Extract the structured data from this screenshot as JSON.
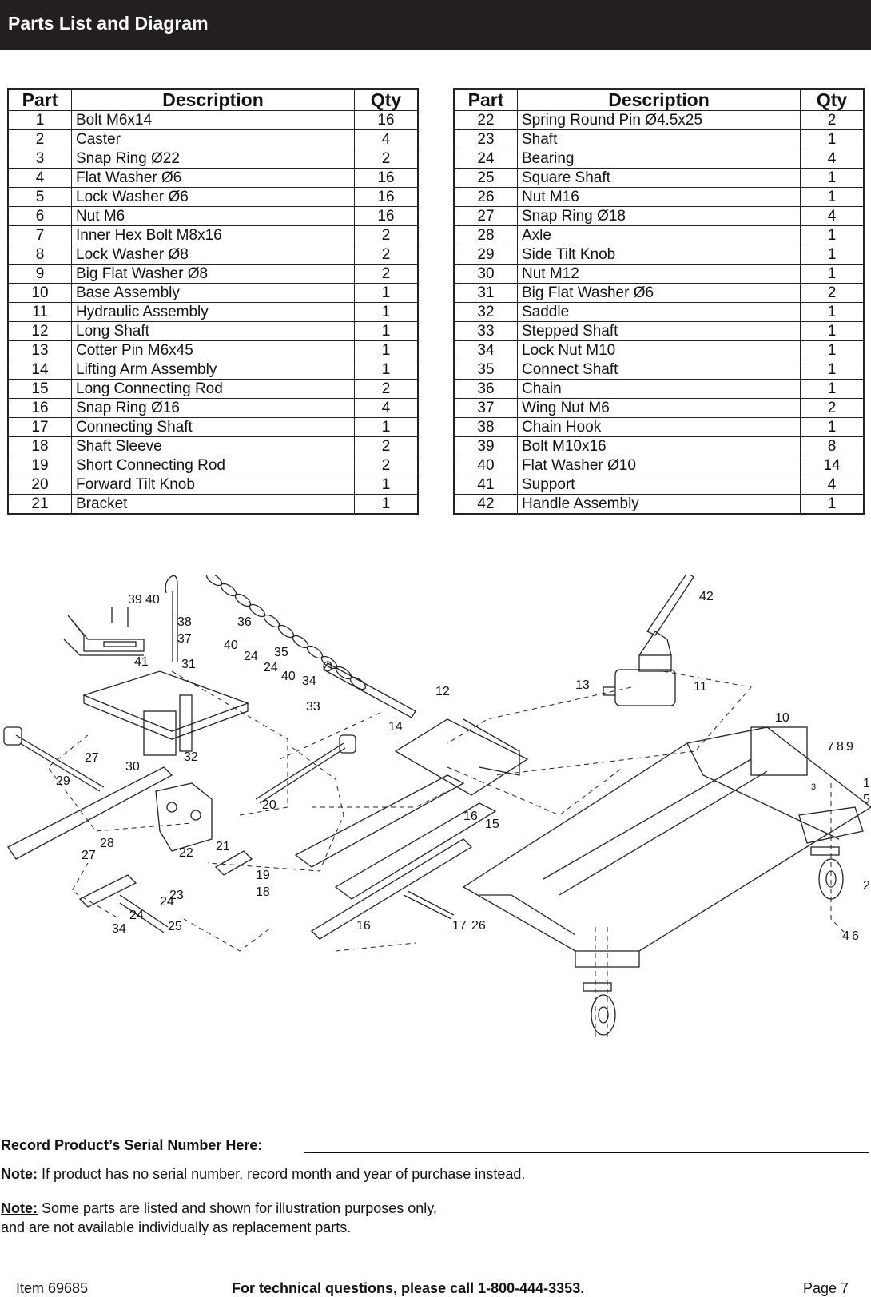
{
  "header": {
    "title": "Parts List and Diagram"
  },
  "table_headers": {
    "part": "Part",
    "description": "Description",
    "qty": "Qty"
  },
  "parts_left": [
    {
      "part": "1",
      "desc": "Bolt M6x14",
      "qty": "16"
    },
    {
      "part": "2",
      "desc": "Caster",
      "qty": "4"
    },
    {
      "part": "3",
      "desc": "Snap Ring Ø22",
      "qty": "2"
    },
    {
      "part": "4",
      "desc": "Flat Washer Ø6",
      "qty": "16"
    },
    {
      "part": "5",
      "desc": "Lock Washer Ø6",
      "qty": "16"
    },
    {
      "part": "6",
      "desc": "Nut M6",
      "qty": "16"
    },
    {
      "part": "7",
      "desc": "Inner Hex Bolt M8x16",
      "qty": "2"
    },
    {
      "part": "8",
      "desc": "Lock Washer Ø8",
      "qty": "2"
    },
    {
      "part": "9",
      "desc": "Big Flat Washer Ø8",
      "qty": "2"
    },
    {
      "part": "10",
      "desc": "Base Assembly",
      "qty": "1"
    },
    {
      "part": "11",
      "desc": "Hydraulic Assembly",
      "qty": "1"
    },
    {
      "part": "12",
      "desc": "Long Shaft",
      "qty": "1"
    },
    {
      "part": "13",
      "desc": "Cotter Pin M6x45",
      "qty": "1"
    },
    {
      "part": "14",
      "desc": "Lifting Arm Assembly",
      "qty": "1"
    },
    {
      "part": "15",
      "desc": "Long Connecting Rod",
      "qty": "2"
    },
    {
      "part": "16",
      "desc": "Snap Ring Ø16",
      "qty": "4"
    },
    {
      "part": "17",
      "desc": "Connecting Shaft",
      "qty": "1"
    },
    {
      "part": "18",
      "desc": "Shaft Sleeve",
      "qty": "2"
    },
    {
      "part": "19",
      "desc": "Short Connecting Rod",
      "qty": "2"
    },
    {
      "part": "20",
      "desc": "Forward Tilt Knob",
      "qty": "1"
    },
    {
      "part": "21",
      "desc": "Bracket",
      "qty": "1"
    }
  ],
  "parts_right": [
    {
      "part": "22",
      "desc": "Spring Round Pin Ø4.5x25",
      "qty": "2"
    },
    {
      "part": "23",
      "desc": "Shaft",
      "qty": "1"
    },
    {
      "part": "24",
      "desc": "Bearing",
      "qty": "4"
    },
    {
      "part": "25",
      "desc": "Square Shaft",
      "qty": "1"
    },
    {
      "part": "26",
      "desc": "Nut M16",
      "qty": "1"
    },
    {
      "part": "27",
      "desc": "Snap Ring Ø18",
      "qty": "4"
    },
    {
      "part": "28",
      "desc": "Axle",
      "qty": "1"
    },
    {
      "part": "29",
      "desc": "Side Tilt Knob",
      "qty": "1"
    },
    {
      "part": "30",
      "desc": "Nut M12",
      "qty": "1"
    },
    {
      "part": "31",
      "desc": "Big Flat Washer Ø6",
      "qty": "2"
    },
    {
      "part": "32",
      "desc": "Saddle",
      "qty": "1"
    },
    {
      "part": "33",
      "desc": "Stepped Shaft",
      "qty": "1"
    },
    {
      "part": "34",
      "desc": "Lock Nut M10",
      "qty": "1"
    },
    {
      "part": "35",
      "desc": "Connect Shaft",
      "qty": "1"
    },
    {
      "part": "36",
      "desc": "Chain",
      "qty": "1"
    },
    {
      "part": "37",
      "desc": "Wing Nut M6",
      "qty": "2"
    },
    {
      "part": "38",
      "desc": "Chain Hook",
      "qty": "1"
    },
    {
      "part": "39",
      "desc": "Bolt M10x16",
      "qty": "8"
    },
    {
      "part": "40",
      "desc": "Flat Washer Ø10",
      "qty": "14"
    },
    {
      "part": "41",
      "desc": "Support",
      "qty": "4"
    },
    {
      "part": "42",
      "desc": "Handle Assembly",
      "qty": "1"
    }
  ],
  "diagram_callouts": [
    "39",
    "40",
    "38",
    "36",
    "37",
    "41",
    "31",
    "40",
    "24",
    "35",
    "24",
    "40",
    "34",
    "33",
    "12",
    "42",
    "13",
    "11",
    "10",
    "14",
    "27",
    "30",
    "32",
    "29",
    "7",
    "8",
    "9",
    "1",
    "5",
    "20",
    "3",
    "16",
    "15",
    "28",
    "27",
    "22",
    "21",
    "19",
    "2",
    "23",
    "18",
    "24",
    "24",
    "34",
    "25",
    "16",
    "17",
    "26",
    "4",
    "6"
  ],
  "footer_notes": {
    "serial_label": "Record Product’s Serial Number Here:",
    "note1_label": "Note:",
    "note1_text": " If product has no serial number, record month and year of purchase instead.",
    "note2_label": "Note:",
    "note2_line1": " Some parts are listed and shown for illustration purposes only,",
    "note2_line2": "and are not available individually as replacement parts."
  },
  "page_footer": {
    "item": "Item 69685",
    "tech": "For technical questions, please call 1-800-444-3353.",
    "page": "Page 7"
  }
}
